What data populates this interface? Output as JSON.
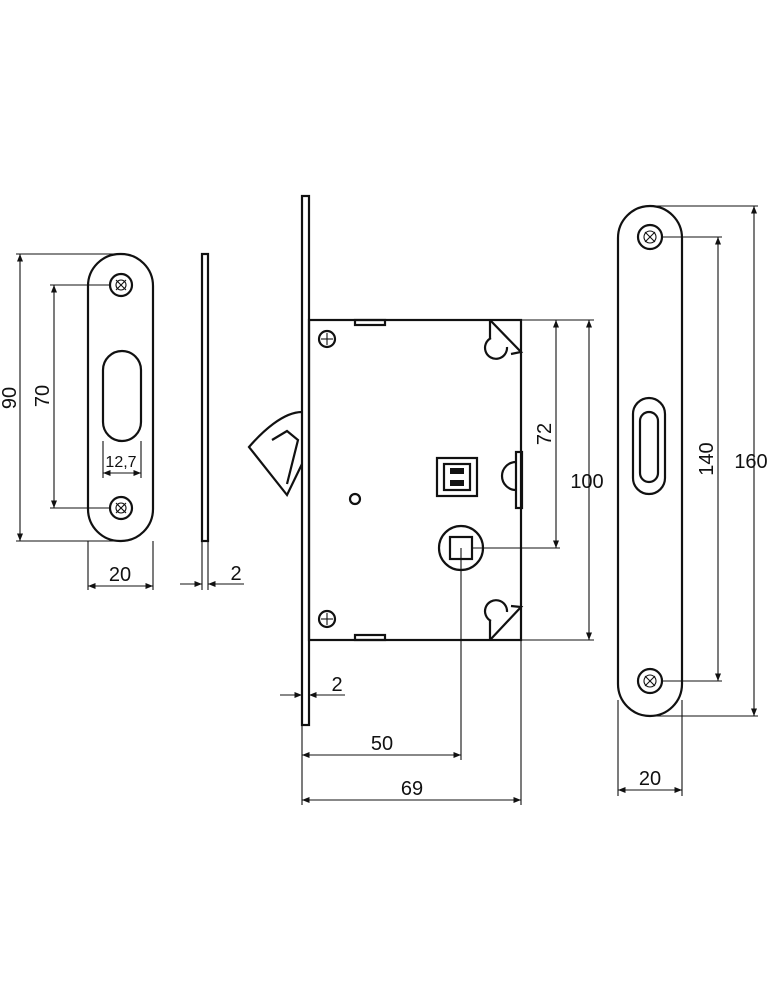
{
  "dimensions": {
    "strike_height": "90",
    "strike_hole_spacing": "70",
    "strike_slot_width": "12,7",
    "strike_width": "20",
    "strike_thickness": "2",
    "faceplate_thickness": "2",
    "lock_backset": "50",
    "lock_depth": "69",
    "lock_center_spacing": "72",
    "lock_case_height": "100",
    "faceplate_hole_spacing": "140",
    "faceplate_height": "160",
    "faceplate_width": "20"
  }
}
